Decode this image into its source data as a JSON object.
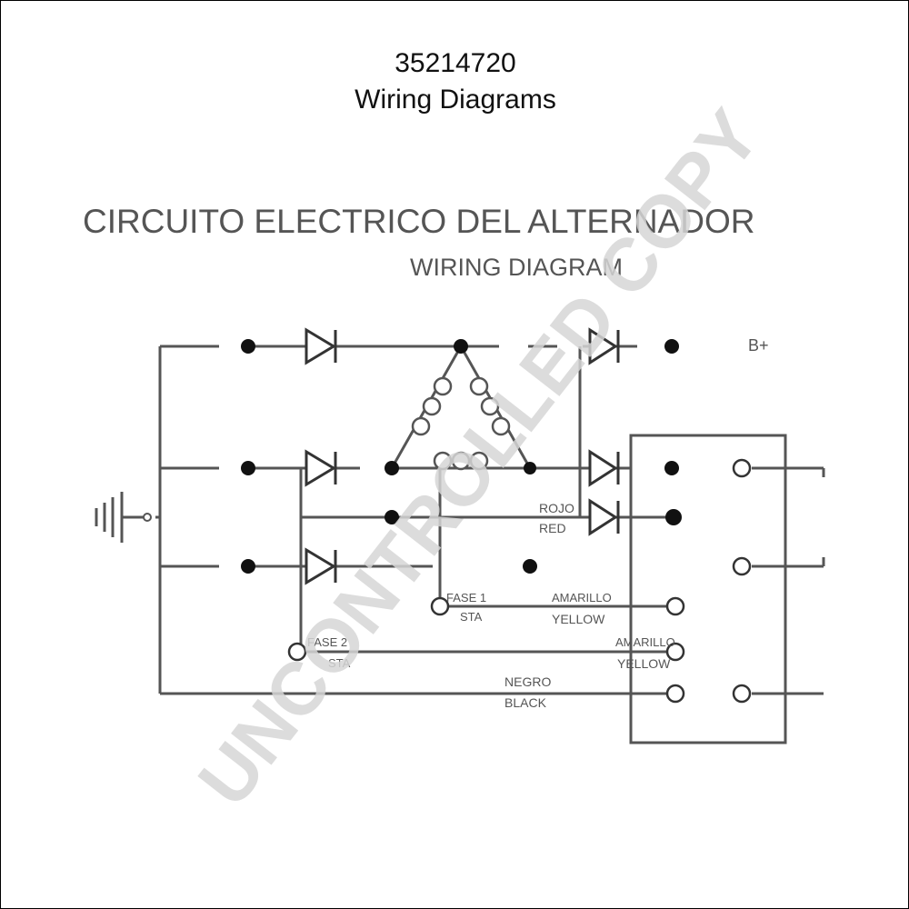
{
  "header": {
    "part_number": "35214720",
    "title": "Wiring Diagrams"
  },
  "diagram": {
    "title_es": "CIRCUITO ELECTRICO DEL ALTERNADOR",
    "title_en": "WIRING DIAGRAM",
    "terminal_bplus": "B+",
    "wire_red_es": "ROJO",
    "wire_red_en": "RED",
    "phase1_es": "FASE 1",
    "phase1_en": "STA",
    "phase2_es": "FASE 2",
    "phase2_en": "STA",
    "wire_yellow_es": "AMARILLO",
    "wire_yellow_en": "YELLOW",
    "wire_yellow2_es": "AMARILLO",
    "wire_yellow2_en": "YELLOW",
    "wire_black_es": "NEGRO",
    "wire_black_en": "BLACK"
  },
  "watermark": {
    "text": "UNCONTROLLED COPY"
  },
  "colors": {
    "line": "#555555",
    "dot": "#111111",
    "watermark": "#d8d8d8"
  }
}
